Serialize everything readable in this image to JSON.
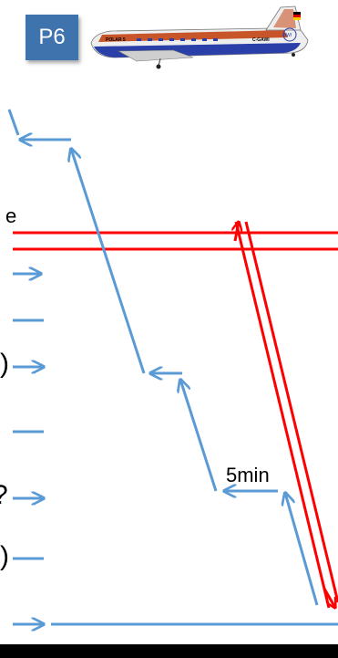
{
  "badge": {
    "label": "P6"
  },
  "aircraft": {
    "name_marking": "POLAR 5",
    "registration": "C-GAWI",
    "logo_text": "AWI"
  },
  "annotation": {
    "label": "5min"
  },
  "left_cut_glyphs": {
    "top": "e",
    "middle1": ")",
    "middle2": "?",
    "bottom": ")"
  },
  "colors": {
    "badge": "#3f73ad",
    "path": "#5b9bd5",
    "red_track": "#ff0000",
    "background": "#ffffff"
  }
}
